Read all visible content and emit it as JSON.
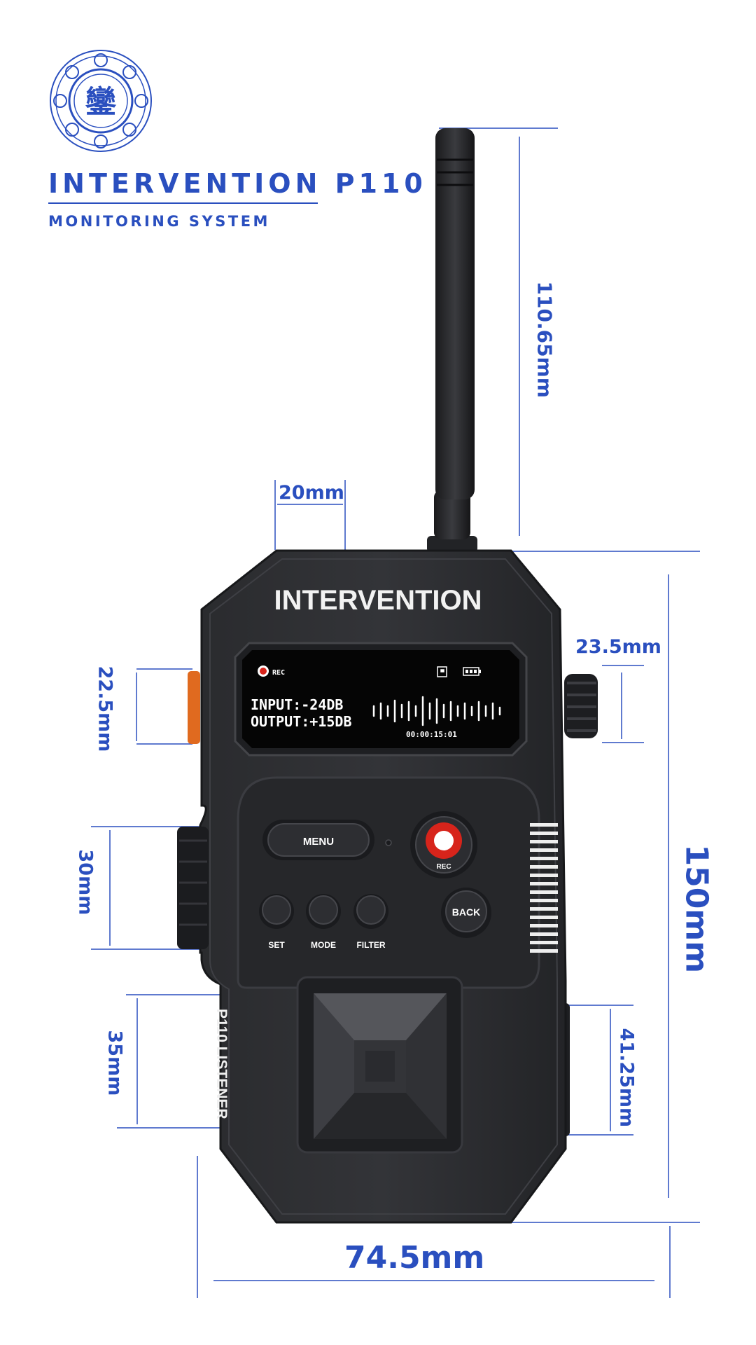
{
  "brand": {
    "title": "INTERVENTION P110",
    "subtitle": "MONITORING SYSTEM",
    "seal_character": "鑾"
  },
  "device": {
    "top_label": "INTERVENTION",
    "side_label": "P110 LISTENER",
    "screen": {
      "rec_label": "REC",
      "input_text": "INPUT:-24DB",
      "output_text": "OUTPUT:+15DB",
      "timer": "00:00:15:01"
    },
    "buttons": {
      "menu": "MENU",
      "rec": "REC",
      "back": "BACK",
      "set": "SET",
      "mode": "MODE",
      "filter": "FILTER"
    }
  },
  "dimensions": {
    "antenna_height": "110.65mm",
    "antenna_offset": "20mm",
    "knob_height": "23.5mm",
    "left_button_height": "22.5mm",
    "side_wheel_height": "30mm",
    "dpad_height": "35mm",
    "right_port_height": "41.25mm",
    "body_height": "150mm",
    "body_width": "74.5mm"
  },
  "colors": {
    "accent": "#2a4fbf",
    "device_body": "#2b2c2f",
    "screen_bg": "#050505",
    "rec_red": "#d7241b",
    "side_orange": "#e06a1f"
  }
}
